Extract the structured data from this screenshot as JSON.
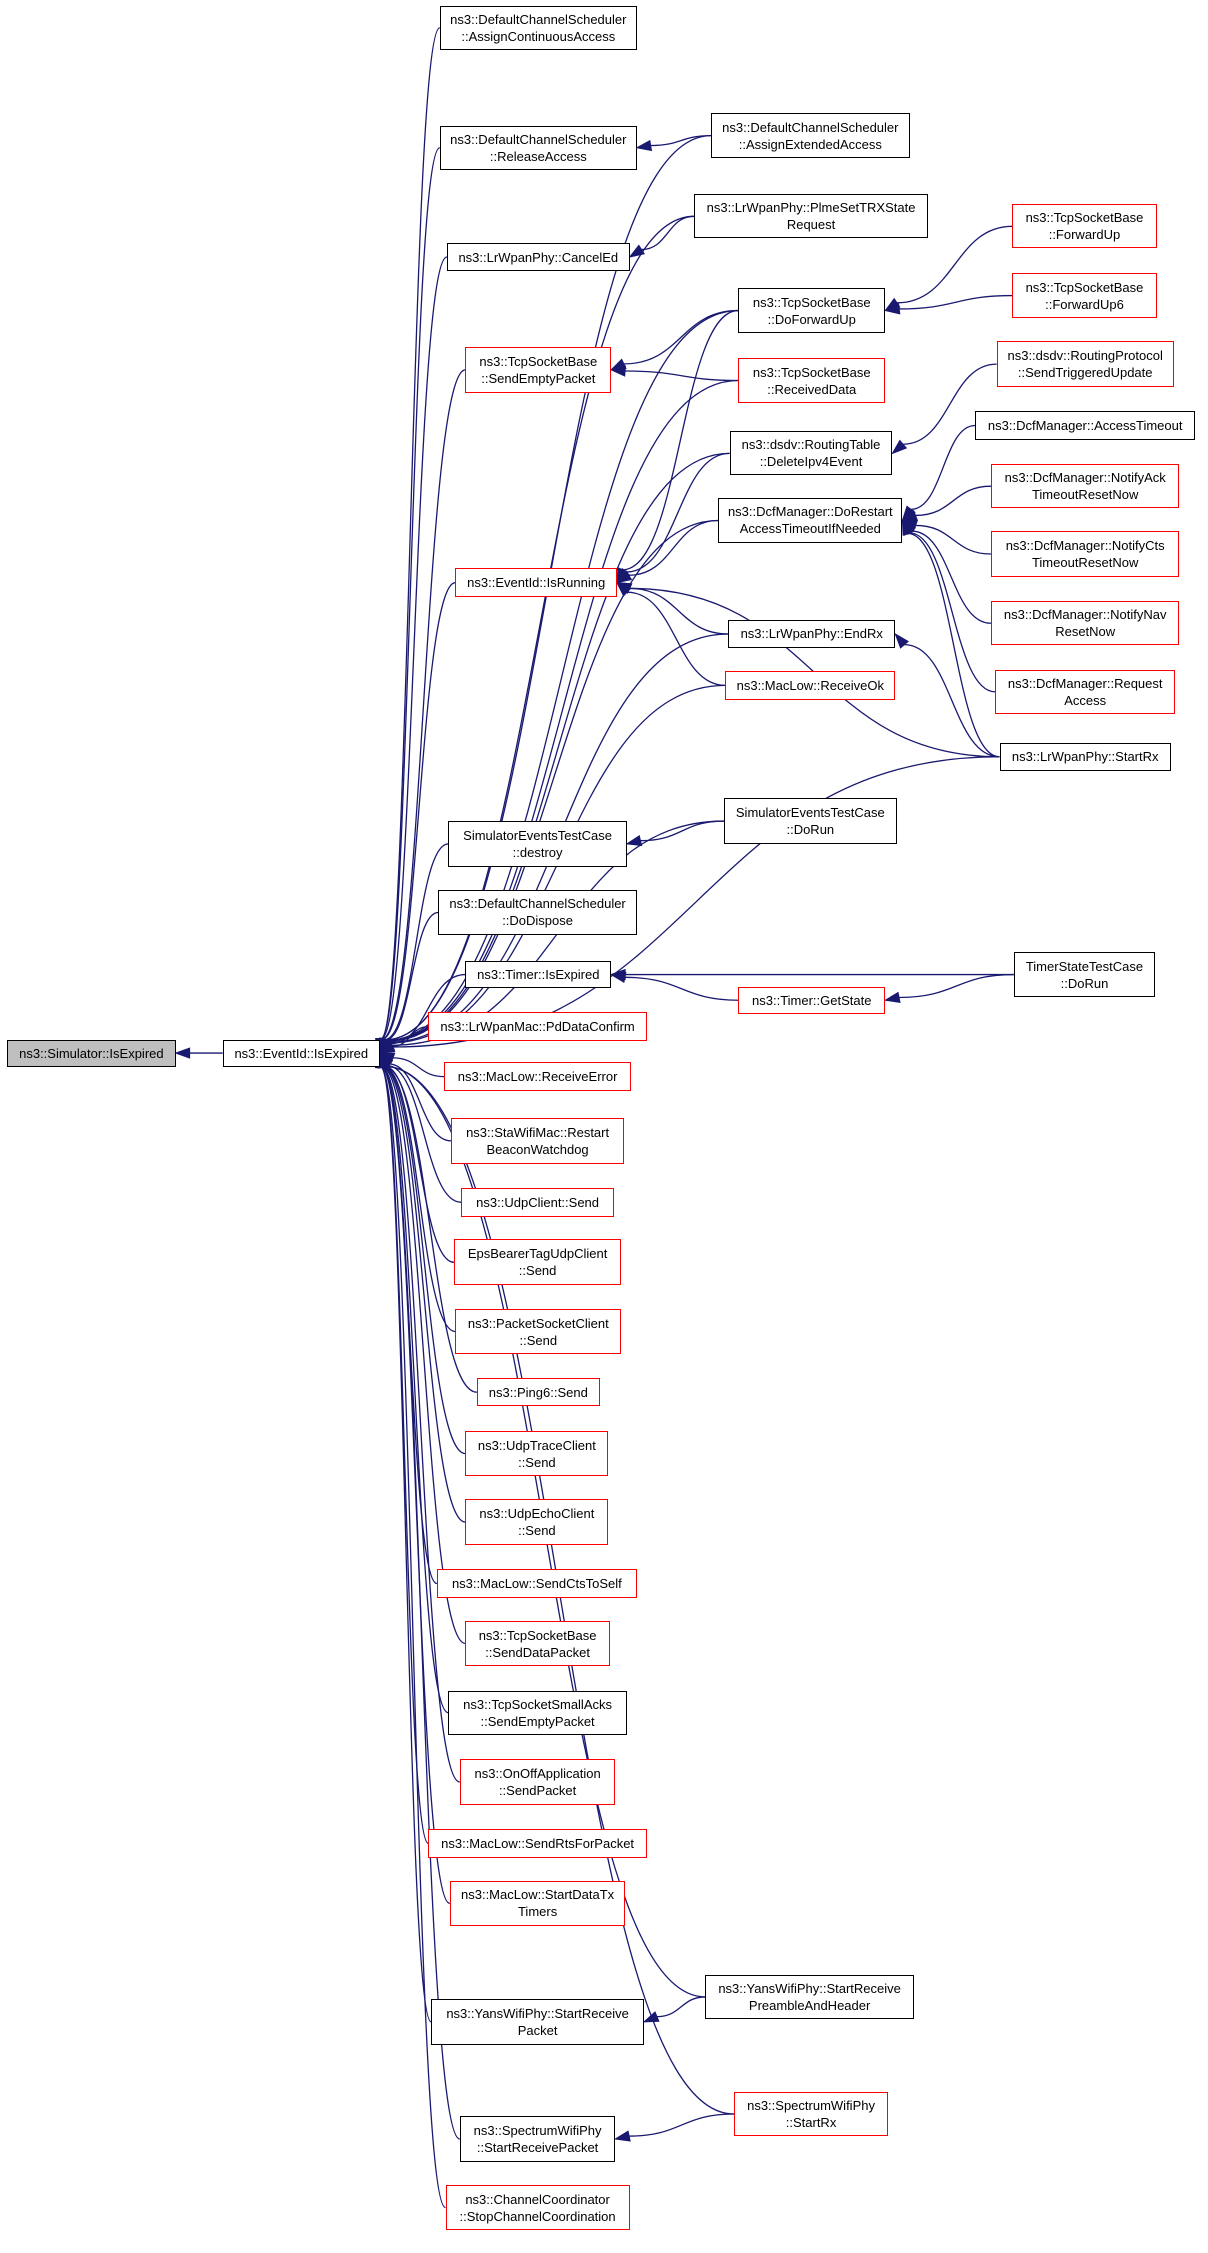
{
  "colors": {
    "edge": "#191970",
    "border_internal": "#000000",
    "border_truncated": "#ff0000",
    "root_fill": "#bfbfbf"
  },
  "nodes": {
    "n0": {
      "lines": [
        "ns3::Simulator::IsExpired"
      ],
      "red": false,
      "root": true
    },
    "n1": {
      "lines": [
        "ns3::EventId::IsExpired"
      ],
      "red": false
    },
    "n2": {
      "lines": [
        "ns3::DefaultChannelScheduler",
        "::AssignContinuousAccess"
      ],
      "red": false
    },
    "n3": {
      "lines": [
        "ns3::DefaultChannelScheduler",
        "::ReleaseAccess"
      ],
      "red": false
    },
    "n4": {
      "lines": [
        "ns3::DefaultChannelScheduler",
        "::AssignExtendedAccess"
      ],
      "red": false
    },
    "n5": {
      "lines": [
        "ns3::LrWpanPhy::PlmeSetTRXState",
        "Request"
      ],
      "red": false
    },
    "n6": {
      "lines": [
        "ns3::LrWpanPhy::CancelEd"
      ],
      "red": false
    },
    "n7": {
      "lines": [
        "ns3::TcpSocketBase",
        "::ForwardUp"
      ],
      "red": true
    },
    "n8": {
      "lines": [
        "ns3::TcpSocketBase",
        "::DoForwardUp"
      ],
      "red": false
    },
    "n9": {
      "lines": [
        "ns3::TcpSocketBase",
        "::ForwardUp6"
      ],
      "red": true
    },
    "n10": {
      "lines": [
        "ns3::TcpSocketBase",
        "::SendEmptyPacket"
      ],
      "red": true
    },
    "n11": {
      "lines": [
        "ns3::TcpSocketBase",
        "::ReceivedData"
      ],
      "red": true
    },
    "n12": {
      "lines": [
        "ns3::dsdv::RoutingProtocol",
        "::SendTriggeredUpdate"
      ],
      "red": true
    },
    "n13": {
      "lines": [
        "ns3::dsdv::RoutingTable",
        "::DeleteIpv4Event"
      ],
      "red": false
    },
    "n14": {
      "lines": [
        "ns3::DcfManager::AccessTimeout"
      ],
      "red": false
    },
    "n15": {
      "lines": [
        "ns3::DcfManager::DoRestart",
        "AccessTimeoutIfNeeded"
      ],
      "red": false
    },
    "n16": {
      "lines": [
        "ns3::DcfManager::NotifyAck",
        "TimeoutResetNow"
      ],
      "red": true
    },
    "n17": {
      "lines": [
        "ns3::EventId::IsRunning"
      ],
      "red": true
    },
    "n18": {
      "lines": [
        "ns3::DcfManager::NotifyCts",
        "TimeoutResetNow"
      ],
      "red": true
    },
    "n19": {
      "lines": [
        "ns3::DcfManager::NotifyNav",
        "ResetNow"
      ],
      "red": true
    },
    "n20": {
      "lines": [
        "ns3::LrWpanPhy::EndRx"
      ],
      "red": false
    },
    "n21": {
      "lines": [
        "ns3::MacLow::ReceiveOk"
      ],
      "red": true
    },
    "n22": {
      "lines": [
        "ns3::DcfManager::Request",
        "Access"
      ],
      "red": true
    },
    "n23": {
      "lines": [
        "ns3::LrWpanPhy::StartRx"
      ],
      "red": false
    },
    "n24": {
      "lines": [
        "SimulatorEventsTestCase",
        "::DoRun"
      ],
      "red": false
    },
    "n25": {
      "lines": [
        "SimulatorEventsTestCase",
        "::destroy"
      ],
      "red": false
    },
    "n26": {
      "lines": [
        "ns3::DefaultChannelScheduler",
        "::DoDispose"
      ],
      "red": false
    },
    "n27": {
      "lines": [
        "ns3::Timer::IsExpired"
      ],
      "red": false
    },
    "n28": {
      "lines": [
        "TimerStateTestCase",
        "::DoRun"
      ],
      "red": false
    },
    "n29": {
      "lines": [
        "ns3::Timer::GetState"
      ],
      "red": true
    },
    "n30": {
      "lines": [
        "ns3::LrWpanMac::PdDataConfirm"
      ],
      "red": true
    },
    "n31": {
      "lines": [
        "ns3::MacLow::ReceiveError"
      ],
      "red": true
    },
    "n32": {
      "lines": [
        "ns3::StaWifiMac::Restart",
        "BeaconWatchdog"
      ],
      "red": true
    },
    "n33": {
      "lines": [
        "ns3::UdpClient::Send"
      ],
      "red": true
    },
    "n34": {
      "lines": [
        "EpsBearerTagUdpClient",
        "::Send"
      ],
      "red": true
    },
    "n35": {
      "lines": [
        "ns3::PacketSocketClient",
        "::Send"
      ],
      "red": true
    },
    "n36": {
      "lines": [
        "ns3::Ping6::Send"
      ],
      "red": true
    },
    "n37": {
      "lines": [
        "ns3::UdpTraceClient",
        "::Send"
      ],
      "red": true
    },
    "n38": {
      "lines": [
        "ns3::UdpEchoClient",
        "::Send"
      ],
      "red": true
    },
    "n39": {
      "lines": [
        "ns3::MacLow::SendCtsToSelf"
      ],
      "red": true
    },
    "n40": {
      "lines": [
        "ns3::TcpSocketBase",
        "::SendDataPacket"
      ],
      "red": true
    },
    "n41": {
      "lines": [
        "ns3::TcpSocketSmallAcks",
        "::SendEmptyPacket"
      ],
      "red": false
    },
    "n42": {
      "lines": [
        "ns3::OnOffApplication",
        "::SendPacket"
      ],
      "red": true
    },
    "n43": {
      "lines": [
        "ns3::MacLow::SendRtsForPacket"
      ],
      "red": true
    },
    "n44": {
      "lines": [
        "ns3::MacLow::StartDataTx",
        "Timers"
      ],
      "red": true
    },
    "n45": {
      "lines": [
        "ns3::YansWifiPhy::StartReceive",
        "PreambleAndHeader"
      ],
      "red": false
    },
    "n46": {
      "lines": [
        "ns3::YansWifiPhy::StartReceive",
        "Packet"
      ],
      "red": false
    },
    "n47": {
      "lines": [
        "ns3::SpectrumWifiPhy",
        "::StartRx"
      ],
      "red": true
    },
    "n48": {
      "lines": [
        "ns3::SpectrumWifiPhy",
        "::StartReceivePacket"
      ],
      "red": false
    },
    "n49": {
      "lines": [
        "ns3::ChannelCoordinator",
        "::StopChannelCoordination"
      ],
      "red": true
    }
  },
  "edges": [
    [
      "n1",
      "n0"
    ],
    [
      "n2",
      "n1"
    ],
    [
      "n3",
      "n1"
    ],
    [
      "n4",
      "n1"
    ],
    [
      "n5",
      "n1"
    ],
    [
      "n6",
      "n1"
    ],
    [
      "n8",
      "n1"
    ],
    [
      "n10",
      "n1"
    ],
    [
      "n11",
      "n1"
    ],
    [
      "n13",
      "n1"
    ],
    [
      "n15",
      "n1"
    ],
    [
      "n17",
      "n1"
    ],
    [
      "n20",
      "n1"
    ],
    [
      "n21",
      "n1"
    ],
    [
      "n23",
      "n1"
    ],
    [
      "n24",
      "n1"
    ],
    [
      "n25",
      "n1"
    ],
    [
      "n26",
      "n1"
    ],
    [
      "n27",
      "n1"
    ],
    [
      "n30",
      "n1"
    ],
    [
      "n31",
      "n1"
    ],
    [
      "n32",
      "n1"
    ],
    [
      "n33",
      "n1"
    ],
    [
      "n34",
      "n1"
    ],
    [
      "n35",
      "n1"
    ],
    [
      "n36",
      "n1"
    ],
    [
      "n37",
      "n1"
    ],
    [
      "n38",
      "n1"
    ],
    [
      "n39",
      "n1"
    ],
    [
      "n40",
      "n1"
    ],
    [
      "n41",
      "n1"
    ],
    [
      "n42",
      "n1"
    ],
    [
      "n43",
      "n1"
    ],
    [
      "n44",
      "n1"
    ],
    [
      "n45",
      "n1"
    ],
    [
      "n46",
      "n1"
    ],
    [
      "n47",
      "n1"
    ],
    [
      "n48",
      "n1"
    ],
    [
      "n49",
      "n1"
    ],
    [
      "n4",
      "n3"
    ],
    [
      "n5",
      "n6"
    ],
    [
      "n7",
      "n8"
    ],
    [
      "n9",
      "n8"
    ],
    [
      "n8",
      "n10"
    ],
    [
      "n11",
      "n10"
    ],
    [
      "n12",
      "n13"
    ],
    [
      "n14",
      "n15"
    ],
    [
      "n16",
      "n15"
    ],
    [
      "n18",
      "n15"
    ],
    [
      "n19",
      "n15"
    ],
    [
      "n22",
      "n15"
    ],
    [
      "n23",
      "n15"
    ],
    [
      "n8",
      "n17"
    ],
    [
      "n13",
      "n17"
    ],
    [
      "n15",
      "n17"
    ],
    [
      "n20",
      "n17"
    ],
    [
      "n21",
      "n17"
    ],
    [
      "n23",
      "n17"
    ],
    [
      "n23",
      "n20"
    ],
    [
      "n24",
      "n25"
    ],
    [
      "n28",
      "n27"
    ],
    [
      "n29",
      "n27"
    ],
    [
      "n28",
      "n29"
    ],
    [
      "n45",
      "n46"
    ],
    [
      "n47",
      "n48"
    ]
  ]
}
